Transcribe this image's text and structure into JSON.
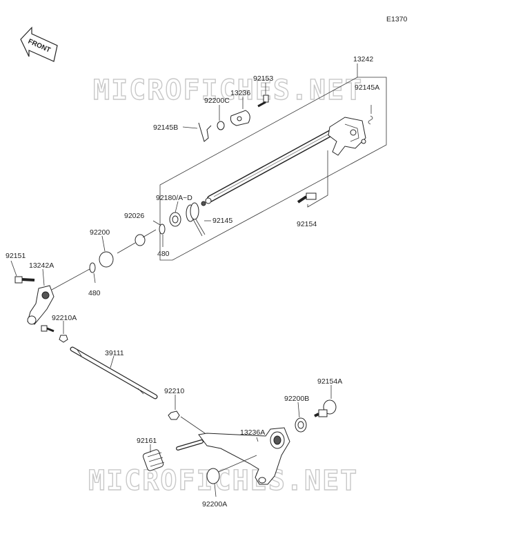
{
  "diagram_code": "E1370",
  "front_label": "FRONT",
  "watermark": "MICROFICHES.NET",
  "labels": {
    "p13242": "13242",
    "p92153": "92153",
    "p13236": "13236",
    "p92145A": "92145A",
    "p92200C": "92200C",
    "p92145B": "92145B",
    "p92180": "92180/A~D",
    "p92145": "92145",
    "p92026": "92026",
    "p92154": "92154",
    "p92200": "92200",
    "p480a": "480",
    "p480b": "480",
    "p92151": "92151",
    "p13242A": "13242A",
    "p92210A": "92210A",
    "p39111": "39111",
    "p92210": "92210",
    "p92154A": "92154A",
    "p92200B": "92200B",
    "p92161": "92161",
    "p13236A": "13236A",
    "p92200A": "92200A"
  }
}
